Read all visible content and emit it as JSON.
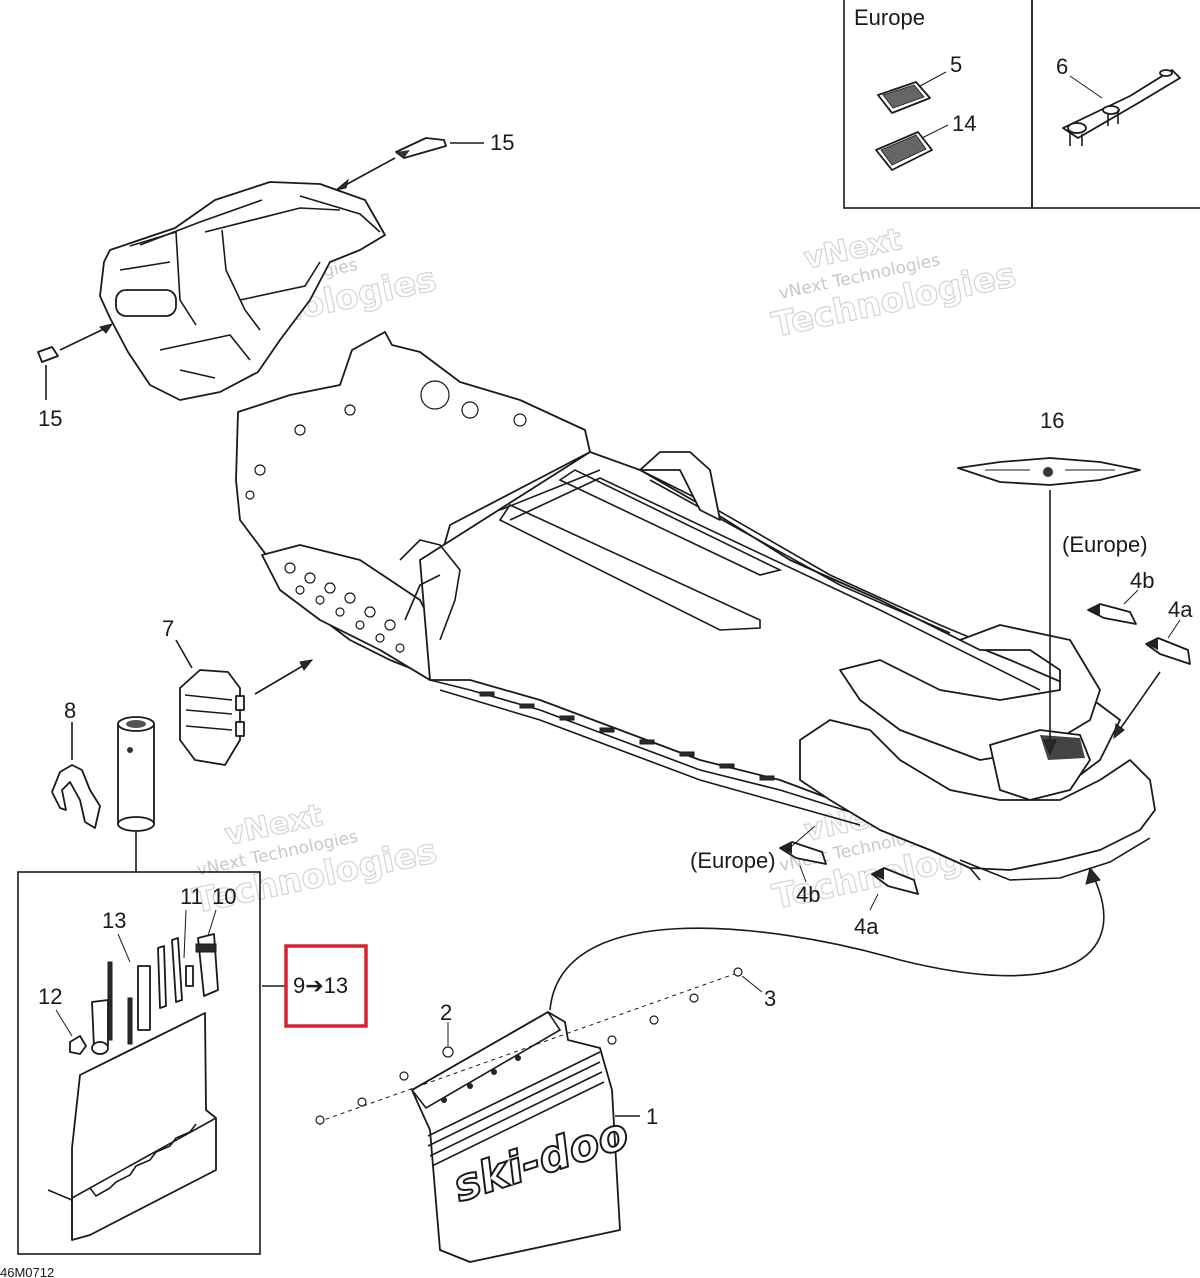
{
  "labels": {
    "p1": "1",
    "p2": "2",
    "p3": "3",
    "p4a_right": "4a",
    "p4b_right": "4b",
    "p4a_bottom": "4a",
    "p4b_bottom": "4b",
    "p5": "5",
    "p6": "6",
    "p7": "7",
    "p8": "8",
    "p10": "10",
    "p11": "11",
    "p12": "12",
    "p13": "13",
    "p14": "14",
    "p15_top": "15",
    "p15_left": "15",
    "p16": "16",
    "range": "9➔13"
  },
  "europe": {
    "inset_title": "Europe",
    "right_note": "(Europe)",
    "bottom_note": "(Europe)"
  },
  "watermark": {
    "line1": "vNext",
    "line2": "vNext Technologies",
    "line3": "Technologies"
  },
  "figure_code": "46M0712",
  "mudflap_brand": "ski-doo",
  "colors": {
    "highlight": "#d7232f",
    "ink": "#1a1a1a"
  }
}
